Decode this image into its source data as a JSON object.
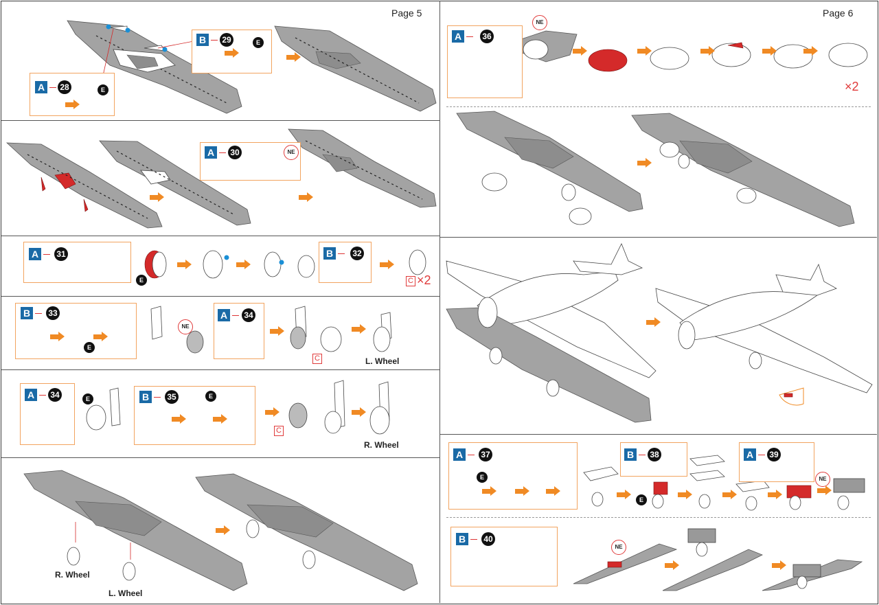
{
  "pages": {
    "left": "Page 5",
    "right": "Page 6"
  },
  "sheets": {
    "A": "A",
    "B": "B"
  },
  "steps": {
    "s28": "28",
    "s29": "29",
    "s30": "30",
    "s31": "31",
    "s32": "32",
    "s33": "33",
    "s34a": "34",
    "s34b": "34",
    "s35": "35",
    "s36": "36",
    "s37": "37",
    "s38": "38",
    "s39": "39",
    "s40": "40"
  },
  "badges": {
    "e": "E",
    "ne": "NE",
    "c": "C"
  },
  "quantities": {
    "x2": "×2"
  },
  "labels": {
    "l_wheel": "L. Wheel",
    "r_wheel": "R. Wheel"
  },
  "colors": {
    "accent_orange": "#f08a24",
    "sheet_blue": "#1a6aa6",
    "part_red": "#d42a2a",
    "part_green": "#7cc242",
    "part_pink": "#f4b6b6",
    "part_purple": "#9b3f8e",
    "part_orange": "#f08a24",
    "wing_gray": "#a3a3a3"
  }
}
